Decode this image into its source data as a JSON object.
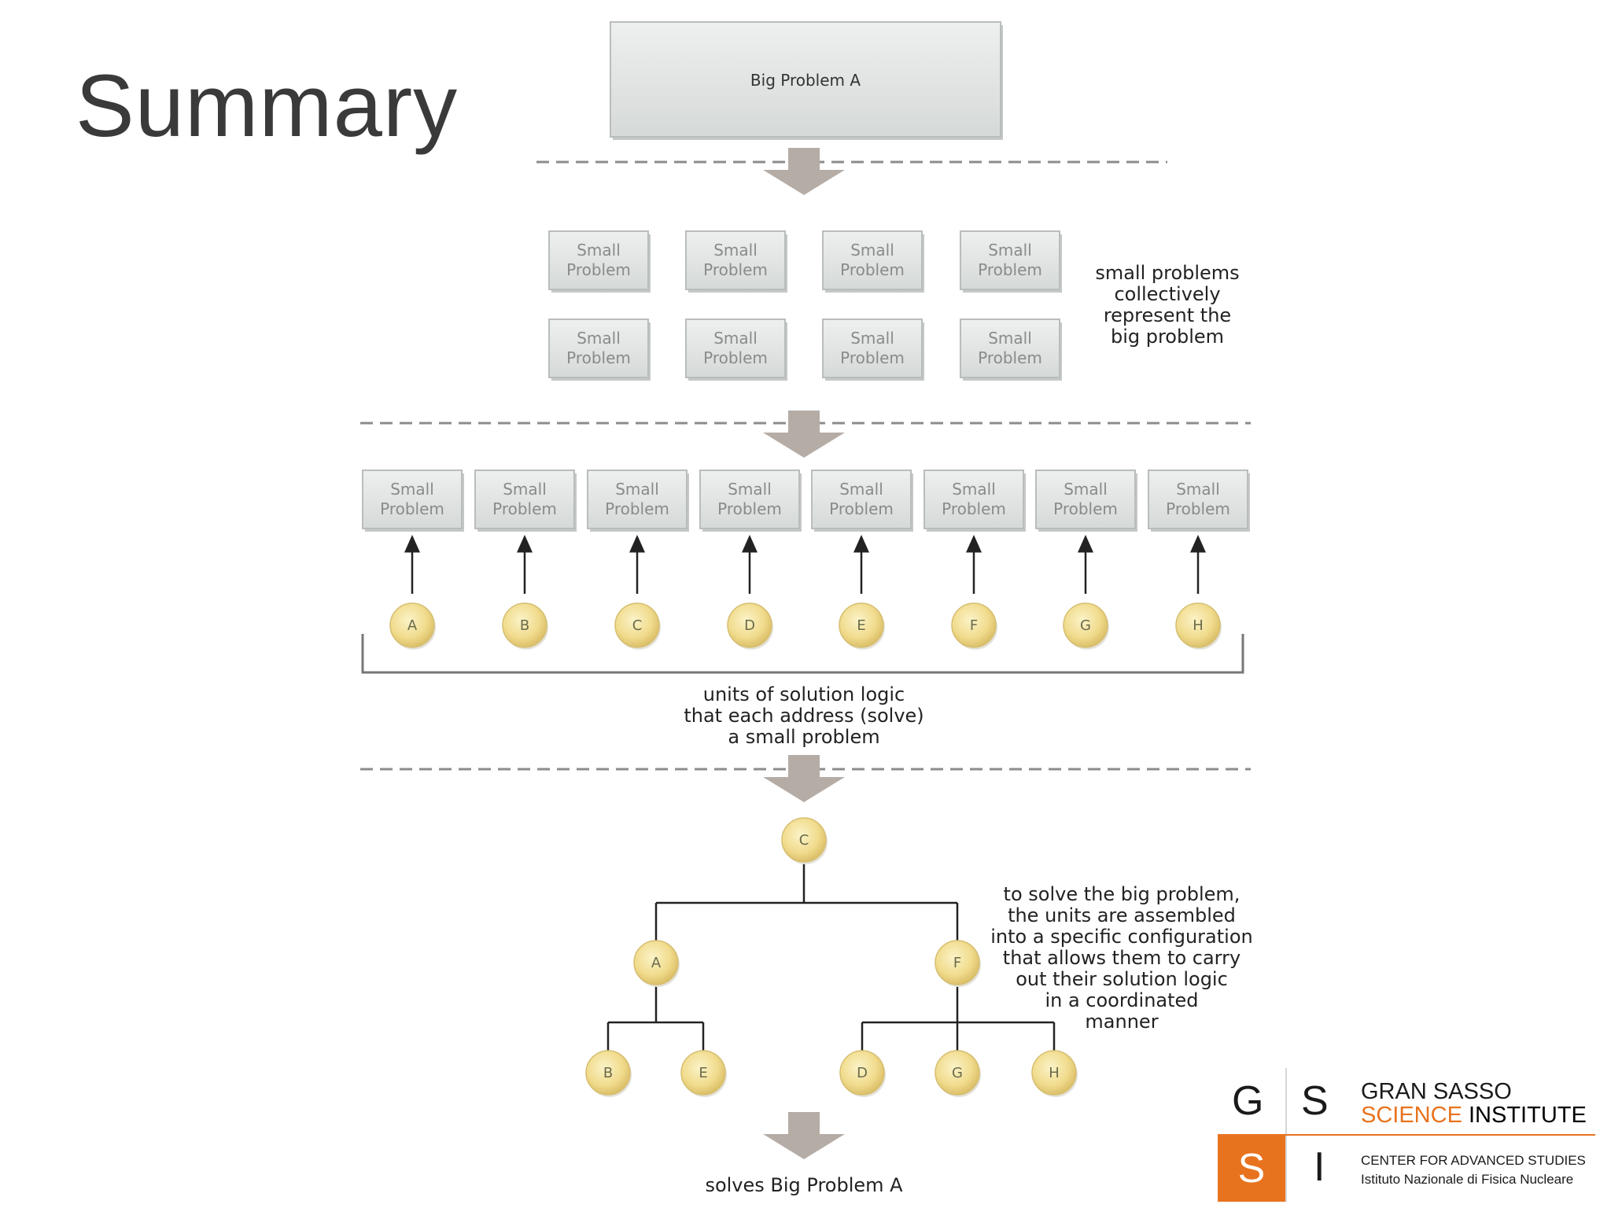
{
  "slide": {
    "title": "Summary"
  },
  "diagram": {
    "big_problem": "Big Problem A",
    "small_problem_label": [
      "Small",
      "Problem"
    ],
    "note_collective": [
      "small problems",
      "collectively",
      "represent the",
      "big problem"
    ],
    "units": [
      "A",
      "B",
      "C",
      "D",
      "E",
      "F",
      "G",
      "H"
    ],
    "note_units": [
      "units of solution logic",
      "that each address (solve)",
      "a small problem"
    ],
    "tree": {
      "root": "C",
      "level2": [
        "A",
        "F"
      ],
      "level3_left": [
        "B",
        "E"
      ],
      "level3_right": [
        "D",
        "G",
        "H"
      ]
    },
    "note_assembled": [
      "to solve the big problem,",
      "the units are assembled",
      "into a specific configuration",
      "that allows them to carry",
      "out their solution logic",
      "in a coordinated",
      "manner"
    ],
    "result": "solves Big Problem A",
    "colors": {
      "node_fill": "#f0d98a",
      "box_fill": "#e3e6e5",
      "arrow": "#b5aca6",
      "dash": "#8c8c8c"
    }
  },
  "logo": {
    "letters": [
      "G",
      "S",
      "S",
      "I"
    ],
    "name_line1": "GRAN SASSO",
    "name_line2_orange": "SCIENCE",
    "name_line2_rest": "INSTITUTE",
    "sub_line1": "CENTER FOR ADVANCED STUDIES",
    "sub_line2": "Istituto Nazionale di Fisica Nucleare"
  }
}
